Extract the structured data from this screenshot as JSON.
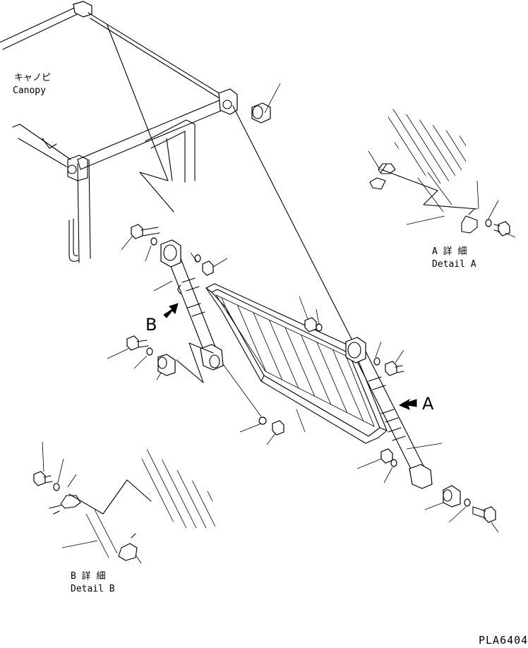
{
  "labels": {
    "canopy_jp": "キャノピ",
    "canopy_en": "Canopy",
    "detail_a_jp": "A 詳 細",
    "detail_a_en": "Detail A",
    "detail_b_jp": "B 詳 細",
    "detail_b_en": "Detail B",
    "arrow_a": "A",
    "arrow_b": "B",
    "drawing_code": "PLA6404"
  },
  "icons": {
    "arrow_a": "filled-arrow-icon",
    "arrow_b": "filled-arrow-icon"
  },
  "colors": {
    "ink": "#000000",
    "paper": "#ffffff"
  }
}
